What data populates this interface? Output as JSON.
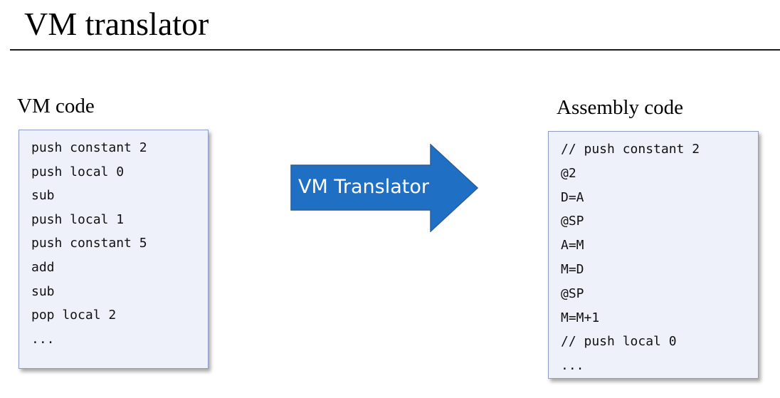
{
  "title": "VM translator",
  "vm_section": {
    "label": "VM code",
    "lines": [
      "push constant 2",
      "push local 0",
      "sub",
      "push local 1",
      "push constant 5",
      "add",
      "sub",
      "pop local 2",
      "..."
    ]
  },
  "translator": {
    "label": "VM Translator",
    "fill_color": "#1f6fc5",
    "stroke_color": "#2d5d96"
  },
  "asm_section": {
    "label": "Assembly code",
    "lines": [
      "// push constant 2",
      "@2",
      "D=A",
      "@SP",
      "A=M",
      "M=D",
      "@SP",
      "M=M+1",
      "// push local 0",
      "..."
    ]
  }
}
